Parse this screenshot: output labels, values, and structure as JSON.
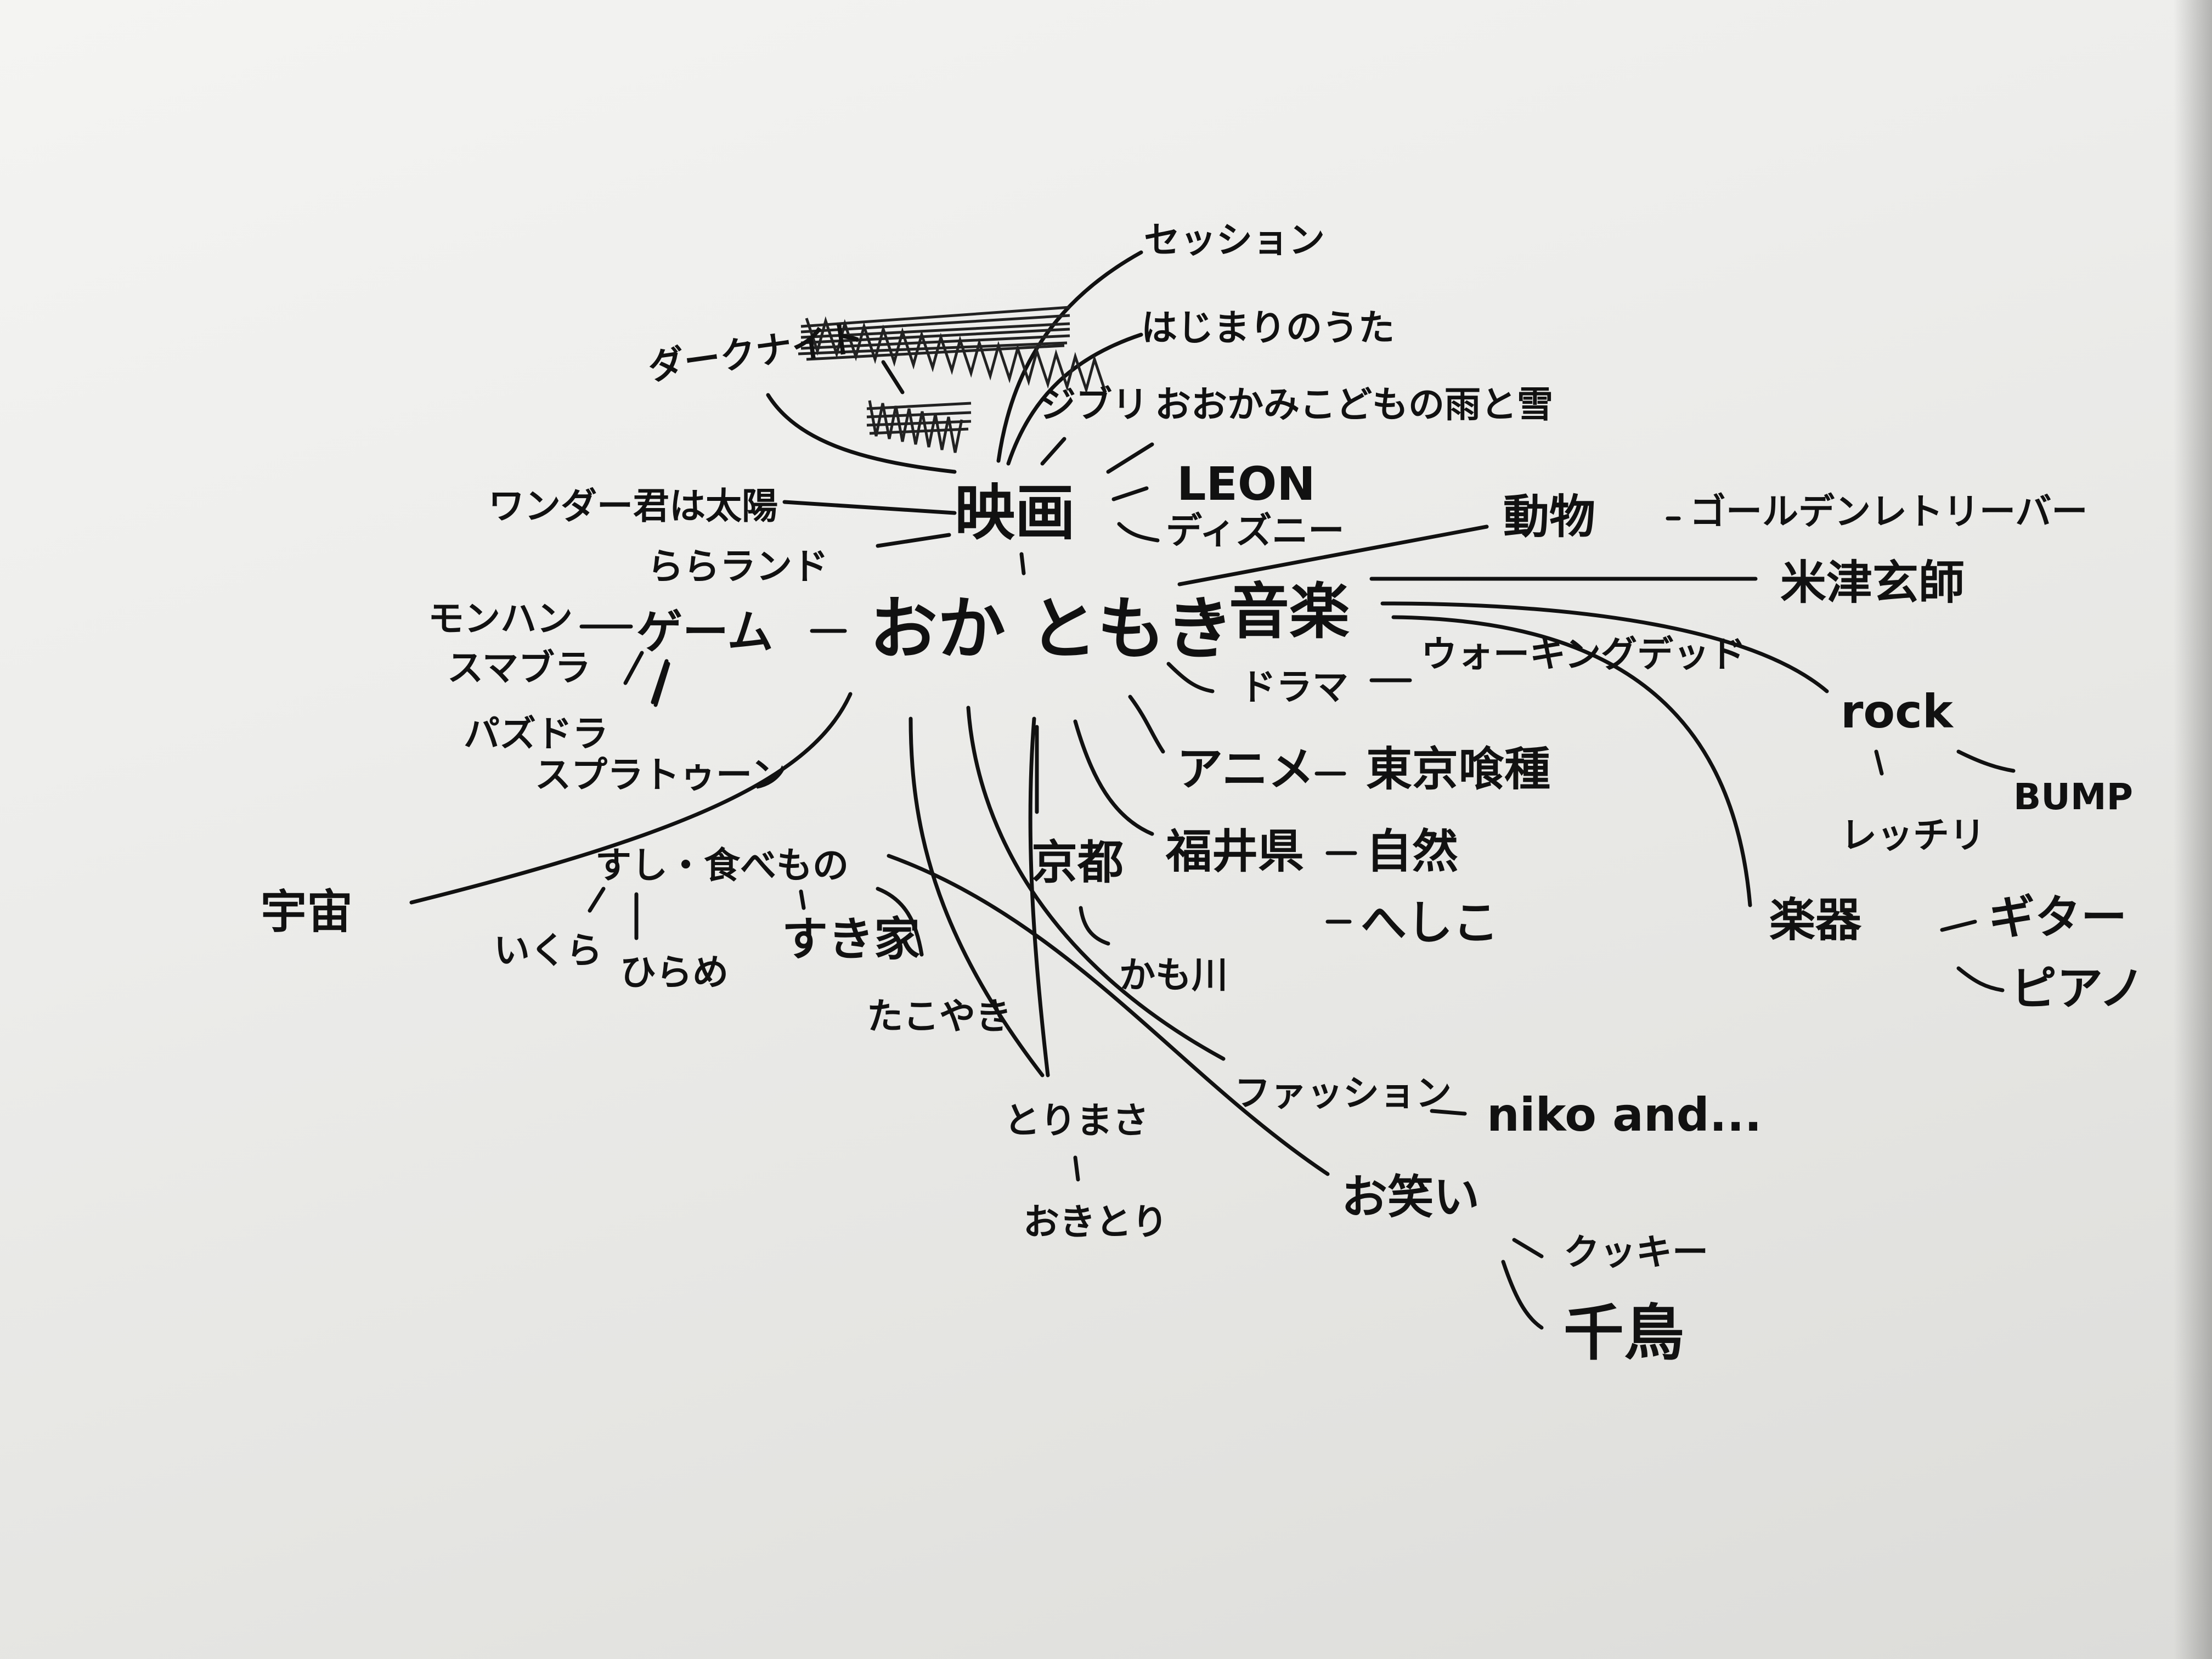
{
  "center": "おか ともき",
  "movies": {
    "label": "映画",
    "items": [
      "セッション",
      "はじまりのうた",
      "ジブリ",
      "おおかみこどもの雨と雪",
      "LEON",
      "ディズニー",
      "ダークナイト",
      "ワンダー君は太陽",
      "ららランド"
    ]
  },
  "game": {
    "label": "ゲーム",
    "items": [
      "モンハン",
      "スマブラ",
      "パズドラ",
      "スプラトゥーン"
    ]
  },
  "music": {
    "label": "音楽",
    "items": [
      "米津玄師",
      "rock",
      "レッチリ",
      "BUMP"
    ]
  },
  "animal": {
    "label": "動物",
    "item": "ゴールデンレトリーバー"
  },
  "drama": {
    "label": "ドラマ",
    "item": "ウォーキングデッド"
  },
  "anime": {
    "label": "アニメ",
    "item": "東京喰種"
  },
  "fukui": {
    "label": "福井県",
    "items": [
      "自然",
      "へしこ"
    ]
  },
  "kyoto": {
    "label": "京都",
    "item": "かも川"
  },
  "instrument": {
    "label": "楽器",
    "items": [
      "ギター",
      "ピアノ"
    ]
  },
  "fashion": {
    "label": "ファッション",
    "item": "niko and..."
  },
  "comedy": {
    "label": "お笑い",
    "items": [
      "クッキー",
      "千鳥"
    ]
  },
  "space": {
    "label": "宇宙"
  },
  "food": {
    "label": "すし・食べもの",
    "items": [
      "いくら",
      "ひらめ",
      "すき家",
      "たこやき",
      "とりまさ",
      "おきとり"
    ]
  },
  "colors": {
    "ink": "#111111",
    "paper": "#efefed"
  }
}
